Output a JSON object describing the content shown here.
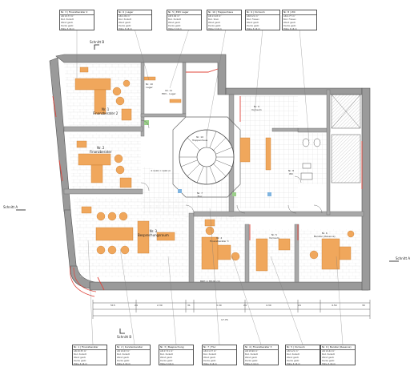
{
  "top_tables": [
    {
      "head": "Nr. 3 | Finanzberater 2",
      "rows": [
        "AN 19.73 m²",
        "Bod. Parkett",
        "Wand gestr.",
        "Decke gestr.",
        "Höhe 3.16 m"
      ]
    },
    {
      "head": "Nr. 6 | Lager",
      "rows": [
        "AN 4.99 m²",
        "Bod. Parkett",
        "Wand gestr.",
        "Decke gestr.",
        "Höhe 3.16 m"
      ]
    },
    {
      "head": "Nr. 5 | EDV Lager",
      "rows": [
        "AN 5.90 m²",
        "Bod. Parkett",
        "Wand gestr.",
        "Decke gestr.",
        "Höhe 3.16 m"
      ]
    },
    {
      "head": "Nr. 10 | Treppenhaus",
      "rows": [
        "AN 13.18 m²",
        "Bod. Stein",
        "Wand gestr.",
        "Decke gestr.",
        "Höhe 3.16 m"
      ]
    },
    {
      "head": "Nr. 9 | Vorraum",
      "rows": [
        "AN 8.21 m²",
        "Bod. Fliesen",
        "Wand gestr.",
        "Decke gestr.",
        "Höhe 3.16 m"
      ]
    },
    {
      "head": "Nr. 8 | WC",
      "rows": [
        "AN 4.77 m²",
        "Bod. Fliesen",
        "Wand gestr.",
        "Decke gestr.",
        "Höhe 3.16 m"
      ]
    }
  ],
  "bottom_tables": [
    {
      "head": "Nr. 1 | Finanzberater",
      "rows": [
        "AN 20.55 m²",
        "Bod. Parkett",
        "Wand gestr.",
        "Decke gestr.",
        "Höhe 3.16 m"
      ]
    },
    {
      "head": "Nr. 2 | Kundenberater",
      "rows": [
        "AN 19.03 m²",
        "Bod. Parkett",
        "Wand gestr.",
        "Decke gestr.",
        "Höhe 3.16 m"
      ]
    },
    {
      "head": "Nr. 3 | Besprechung",
      "rows": [
        "AN 27.31 m²",
        "Bod. Parkett",
        "Wand gestr.",
        "Decke gestr.",
        "Höhe 3.16 m"
      ]
    },
    {
      "head": "Nr. 7 | Flur",
      "rows": [
        "AN 21.37 m²",
        "Bod. Parkett",
        "Wand gestr.",
        "Decke gestr.",
        "Höhe 3.16 m"
      ]
    },
    {
      "head": "Nr. 4 | Finanzberater 3",
      "rows": [
        "AN 18.96 m²",
        "Bod. Parkett",
        "Wand gestr.",
        "Decke gestr.",
        "Höhe 3.16 m"
      ]
    },
    {
      "head": "Nr. 5 | Vorraum",
      "rows": [
        "AN 9.21 m²",
        "Bod. Parkett",
        "Wand gestr.",
        "Decke gestr.",
        "Höhe 3.16 m"
      ]
    },
    {
      "head": "Nr. 6 | Berater (Reserve)",
      "rows": [
        "AN 19.44 m²",
        "Bod. Parkett",
        "Wand gestr.",
        "Decke gestr.",
        "Höhe 3.16 m"
      ]
    }
  ],
  "rooms": [
    {
      "nr": "Nr. 1",
      "name": "Finanzberater 2"
    },
    {
      "nr": "Nr. 10",
      "name": "Lager"
    },
    {
      "nr": "Nr. 11",
      "name": "EDV - Lager"
    },
    {
      "nr": "Nr. 2",
      "name": "Finanzberater"
    },
    {
      "nr": "Nr. 3",
      "name": "Besprechungsraum"
    },
    {
      "nr": "Nr. 10",
      "name": "Treppenhaus"
    },
    {
      "nr": "Nr. 9",
      "name": "Vorraum"
    },
    {
      "nr": "Nr. 8",
      "name": "WC"
    },
    {
      "nr": "Nr. 7",
      "name": "Flur"
    },
    {
      "nr": "Nr. 4",
      "name": "Finanzberater 3"
    },
    {
      "nr": "Nr. 5",
      "name": "Vorraum"
    },
    {
      "nr": "Nr. 6",
      "name": "Berater (Reserve)"
    }
  ],
  "section_labels": {
    "top": "Schnitt B",
    "bottom": "Schnitt B",
    "left": "Schnitt A",
    "right": "Schnitt A"
  },
  "annotations": {
    "elevation": "± 0,00 = 0,00 m",
    "dims_bottom": [
      "515",
      "24",
      "2.39",
      "31",
      "3.30",
      "24",
      "4.30",
      "24",
      "4.54",
      "30"
    ],
    "total_dim": "17.76",
    "sill": "BRH = 88,00 cm"
  },
  "colors": {
    "wall": "#8f8f8f",
    "wall_dark": "#555555",
    "furniture": "#f0a75c",
    "tile_line": "#c8c8c8",
    "fire_red": "#e0443a",
    "green": "#9bd08a",
    "blue": "#7fb4e0"
  }
}
